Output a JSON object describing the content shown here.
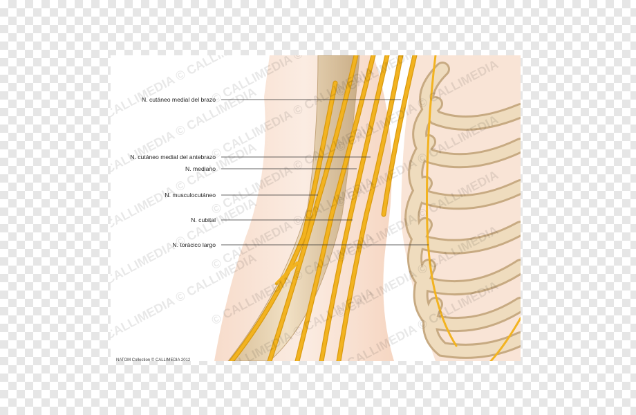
{
  "labels": {
    "cutaneo_brazo": "N. cutáneo medial del brazo",
    "cutaneo_antebrazo": "N. cutáneo medial del antebrazo",
    "mediano": "N. mediano",
    "musculocutaneo": "N. musculocutáneo",
    "cubital": "N. cubital",
    "toracico": "N. torácico largo"
  },
  "watermark": "© CALLIMEDIA",
  "credit": "NATOM Collection © CALLIMEDIA 2012",
  "colors": {
    "nerve": "#f2b320",
    "nerve_dark": "#d99a10",
    "bone": "#ecd8b8",
    "bone_shade": "#c9ad86",
    "skin": "#f6d9c6",
    "skin_light": "#fbece2",
    "leader": "#333333"
  }
}
